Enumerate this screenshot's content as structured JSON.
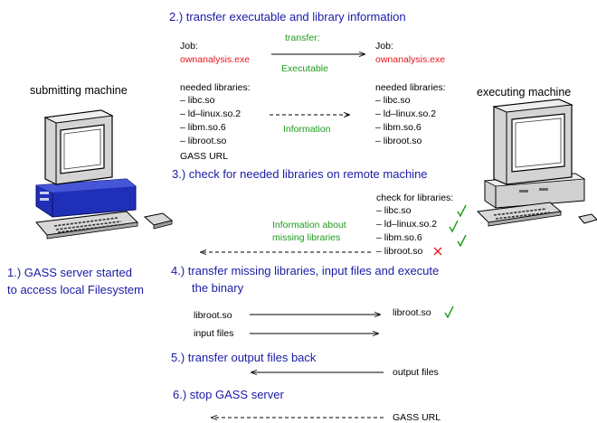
{
  "steps": {
    "step2": "2.) transfer executable and library information",
    "step3": "3.) check for needed libraries on remote machine",
    "step4_line1": "4.) transfer missing libraries, input files and execute",
    "step4_line2": "the binary",
    "step5": "5.) transfer output files back",
    "step6": "6.) stop GASS server"
  },
  "machines": {
    "submitting": "submitting machine",
    "executing": "executing machine",
    "step1_line1": "1.) GASS server started",
    "step1_line2": "to access local Filesystem"
  },
  "left_panel": {
    "job_label": "Job:",
    "executable": "ownanalysis.exe",
    "libraries_label": "needed libraries:",
    "libraries": [
      "– libc.so",
      "– ld–linux.so.2",
      "– libm.so.6",
      "– libroot.so"
    ],
    "gass_url": "GASS URL"
  },
  "right_panel": {
    "job_label": "Job:",
    "executable": "ownanalysis.exe",
    "libraries_label": "needed libraries:",
    "libraries": [
      "– libc.so",
      "– ld–linux.so.2",
      "– libm.so.6",
      "– libroot.so"
    ]
  },
  "transfer_labels": {
    "transfer": "transfer:",
    "executable": "Executable",
    "information": "Information"
  },
  "check": {
    "label": "check for libraries:",
    "libraries": [
      "– libc.so",
      "– ld–linux.so.2",
      "– libm.so.6",
      "– libroot.so"
    ],
    "status": [
      "found",
      "found",
      "found",
      "missing"
    ],
    "missing_info_line1": "Information about",
    "missing_info_line2": "missing libraries"
  },
  "step4_items": {
    "libroot_left": "libroot.so",
    "libroot_right": "libroot.so",
    "input_files": "input files"
  },
  "step5_items": {
    "output_files": "output files"
  },
  "step6_items": {
    "gass_url": "GASS URL"
  },
  "colors": {
    "step_text": "#1a1aa6",
    "executable_red": "#e8141b",
    "label_green": "#1c9c1c",
    "server_blue": "#1f2fb8"
  }
}
